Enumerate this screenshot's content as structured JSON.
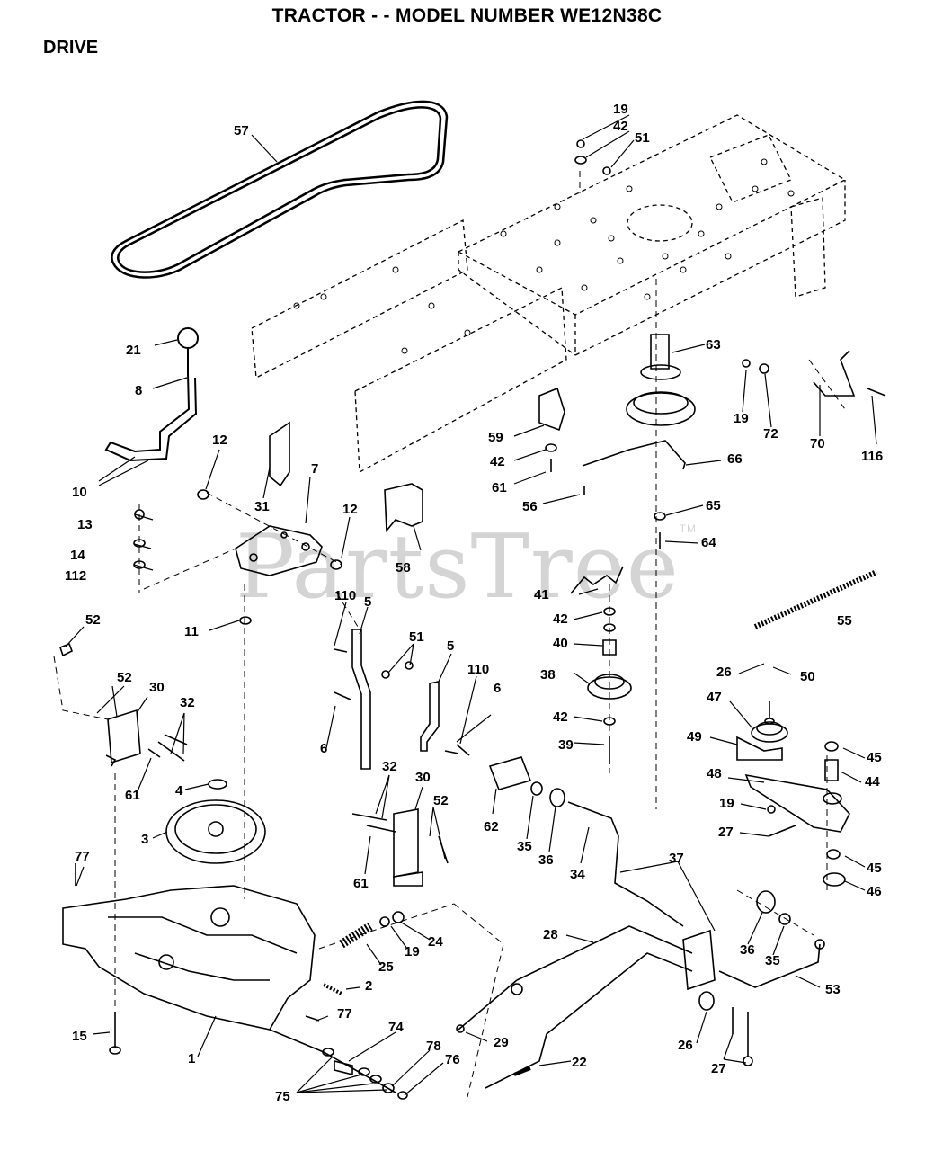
{
  "header": {
    "title": "TRACTOR - - MODEL NUMBER WE12N38C",
    "section": "DRIVE"
  },
  "watermark": {
    "text": "PartsTree",
    "tm": "TM"
  },
  "callouts": [
    "57",
    "19",
    "42",
    "51",
    "63",
    "21",
    "8",
    "10",
    "12",
    "31",
    "7",
    "13",
    "14",
    "112",
    "12",
    "58",
    "59",
    "42",
    "61",
    "56",
    "66",
    "65",
    "64",
    "19",
    "72",
    "70",
    "116",
    "52",
    "11",
    "110",
    "5",
    "51",
    "5",
    "110",
    "41",
    "42",
    "40",
    "38",
    "42",
    "39",
    "55",
    "26",
    "50",
    "47",
    "49",
    "48",
    "45",
    "44",
    "19",
    "27",
    "45",
    "46",
    "52",
    "30",
    "32",
    "61",
    "6",
    "6",
    "4",
    "3",
    "32",
    "30",
    "52",
    "61",
    "62",
    "35",
    "36",
    "34",
    "37",
    "77",
    "28",
    "24",
    "19",
    "25",
    "2",
    "36",
    "35",
    "53",
    "15",
    "1",
    "77",
    "74",
    "75",
    "78",
    "76",
    "29",
    "22",
    "26",
    "27"
  ]
}
